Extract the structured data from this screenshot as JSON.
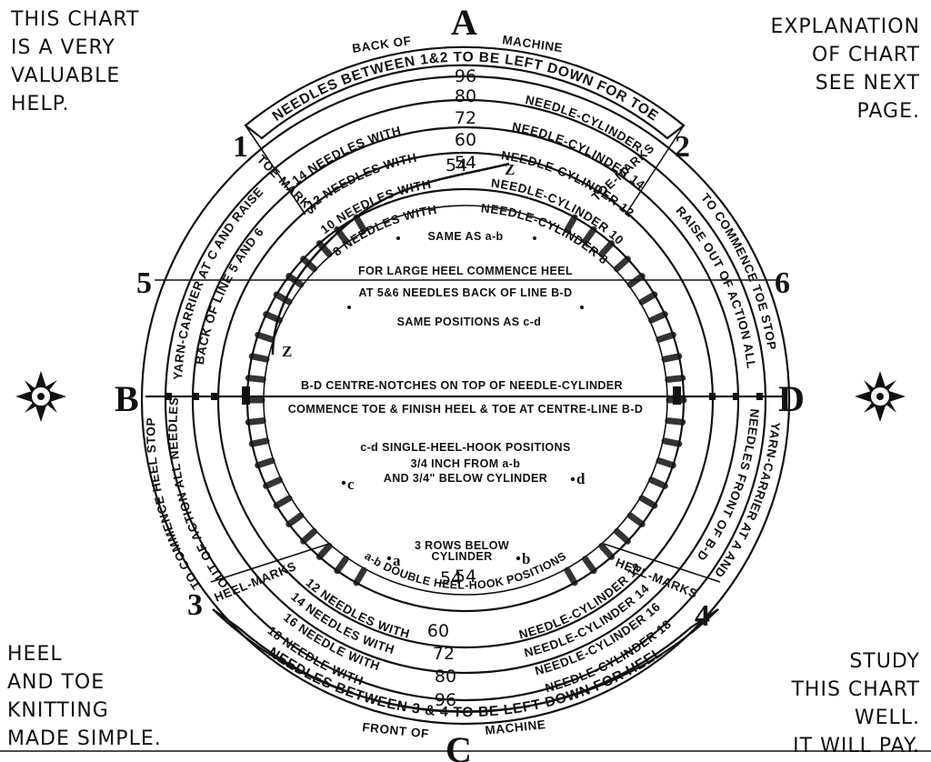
{
  "corners": {
    "top_left": [
      "THIS CHART",
      "IS A VERY",
      "VALUABLE",
      "HELP."
    ],
    "top_right": [
      "EXPLANATION",
      "OF CHART",
      "SEE NEXT",
      "PAGE."
    ],
    "bottom_left": [
      "HEEL",
      "AND TOE",
      "KNITTING",
      "MADE SIMPLE."
    ],
    "bottom_right": [
      "STUDY",
      "THIS CHART",
      "WELL.",
      "IT WILL PAY."
    ]
  },
  "markers": {
    "A": "A",
    "B": "B",
    "C": "C",
    "D": "D",
    "one": "1",
    "two": "2",
    "three": "3",
    "four": "4",
    "five": "5",
    "six": "6"
  },
  "top": {
    "back_of": "BACK OF",
    "machine": "MACHINE",
    "banner": "NEEDLES BETWEEN 1&2 TO BE LEFT DOWN FOR TOE",
    "rows": [
      {
        "left": "",
        "num": "96",
        "right": "NEEDLE-CYLINDER"
      },
      {
        "left": "14 NEEDLES WITH",
        "num": "80",
        "right": "NEEDLE-CYLINDER 14"
      },
      {
        "left": "12 NEEDLES WITH",
        "num": "72",
        "right": "NEEDLE-CYLINDER 12"
      },
      {
        "left": "10 NEEDLES WITH",
        "num": "60",
        "right": "NEEDLE-CYLINDER 10"
      },
      {
        "left": "8 NEEDLES WITH",
        "num": "54",
        "right": "NEEDLE-CYLINDER 8"
      }
    ],
    "toe_marks_left": "TOE MARKS",
    "toe_marks_right": "TOE-MARKS"
  },
  "bottom": {
    "front_of": "FRONT OF",
    "machine": "MACHINE",
    "banner": "NEEDLES BETWEEN 3 & 4 TO BE LEFT DOWN FOR HEEL",
    "rows": [
      {
        "left": "12 NEEDLES WITH",
        "num": "54",
        "right": "NEEDLE-CYLINDER 12"
      },
      {
        "left": "14 NEEDLES WITH",
        "num": "60",
        "right": "NEEDLE-CYLINDER 14"
      },
      {
        "left": "16 NEEDLE WITH",
        "num": "72",
        "right": "NEEDLE-CYLINDER 16"
      },
      {
        "left": "18 NEEDLE WITH",
        "num": "80",
        "right": "NEEDLE-CYLINDER 18"
      },
      {
        "left": "",
        "num": "96",
        "right": ""
      }
    ],
    "heel_marks": "HEEL-MARKS"
  },
  "left_arcs": {
    "outer": "YARN-CARRIER AT C AND RAISE",
    "middle": "BACK OF LINE 5 AND 6",
    "lower_outer": "TO COMMENCE HEEL STOP",
    "lower_inner": "OUT OF ACTION ALL NEEDLES"
  },
  "right_arcs": {
    "upper_outer": "TO COMMENCE TOE STOP",
    "upper_inner": "RAISE OUT OF ACTION ALL",
    "lower_outer": "YARN-CARRIER AT A AND",
    "lower_inner": "NEEDLES FRONT OF B-D"
  },
  "center": {
    "same_ab": "SAME AS a-b",
    "large_heel_1": "FOR LARGE HEEL COMMENCE HEEL",
    "large_heel_2": "AT 5&6 NEEDLES BACK OF LINE B-D",
    "same_cd": "SAME POSITIONS AS c-d",
    "bd_line": "B-D CENTRE-NOTCHES ON TOP OF NEEDLE-CYLINDER",
    "commence_line": "COMMENCE TOE & FINISH HEEL & TOE AT CENTRE-LINE B-D",
    "cd_title": "c-d SINGLE-HEEL-HOOK POSITIONS",
    "cd_1": "3/4 INCH FROM a-b",
    "cd_2": "AND 3/4\" BELOW CYLINDER",
    "c_label": "c",
    "d_label": "d",
    "ab_title": "a-b DOUBLE HEEL-HOOK POSITIONS",
    "ab_1": "3 ROWS BELOW",
    "ab_2": "CYLINDER",
    "a_label": "a",
    "b_label": "b",
    "z_top": "Z",
    "z_bottom": "Z",
    "num_top": "54",
    "num_bottom": "54"
  }
}
